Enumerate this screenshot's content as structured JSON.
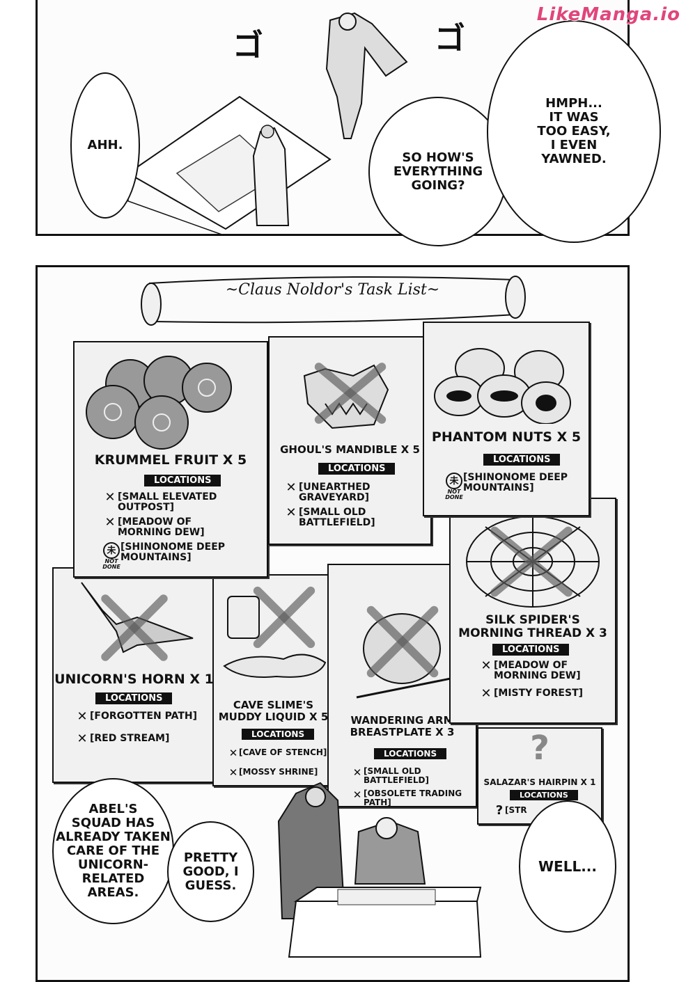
{
  "watermark": "LikeManga.io",
  "panel1": {
    "sfx": [
      "ゴ",
      "ゴ"
    ],
    "bubbles": [
      {
        "text": "AHH."
      },
      {
        "text": "SO HOW'S\nEVERYTHING\nGOING?"
      },
      {
        "text": "HMPH...\nIT WAS\nTOO EASY,\nI EVEN\nYAWNED."
      }
    ]
  },
  "panel2": {
    "scroll_title": "~Claus Noldor's Task List~",
    "locations_label": "LOCATIONS",
    "not_done_label": "NOT\nDONE",
    "not_done_kanji": "未",
    "posters": [
      {
        "title": "KRUMMEL FRUIT X 5",
        "done": false,
        "locations": [
          {
            "status": "done",
            "text": "[SMALL ELEVATED\nOUTPOST]"
          },
          {
            "status": "done",
            "text": "[MEADOW OF\nMORNING DEW]"
          },
          {
            "status": "not-done",
            "text": "[SHINONOME DEEP\nMOUNTAINS]"
          }
        ]
      },
      {
        "title": "GHOUL'S MANDIBLE X 5",
        "done": true,
        "locations": [
          {
            "status": "done",
            "text": "[UNEARTHED\nGRAVEYARD]"
          },
          {
            "status": "done",
            "text": "[SMALL OLD\nBATTLEFIELD]"
          }
        ]
      },
      {
        "title": "PHANTOM NUTS X 5",
        "done": false,
        "locations": [
          {
            "status": "not-done",
            "text": "[SHINONOME DEEP\nMOUNTAINS]"
          }
        ]
      },
      {
        "title": "SILK SPIDER'S\nMORNING THREAD X 3",
        "done": true,
        "locations": [
          {
            "status": "done",
            "text": "[MEADOW OF\nMORNING DEW]"
          },
          {
            "status": "done",
            "text": "[MISTY FOREST]"
          }
        ]
      },
      {
        "title": "UNICORN'S HORN X 1",
        "done": true,
        "locations": [
          {
            "status": "done",
            "text": "[FORGOTTEN PATH]"
          },
          {
            "status": "done",
            "text": "[RED STREAM]"
          }
        ]
      },
      {
        "title": "CAVE SLIME'S\nMUDDY LIQUID X 5",
        "done": true,
        "locations": [
          {
            "status": "done",
            "text": "[CAVE OF STENCH]"
          },
          {
            "status": "done",
            "text": "[MOSSY SHRINE]"
          }
        ]
      },
      {
        "title": "WANDERING ARM\nBREASTPLATE X 3",
        "done": true,
        "locations": [
          {
            "status": "done",
            "text": "[SMALL OLD\nBATTLEFIELD]"
          },
          {
            "status": "done",
            "text": "[OBSOLETE TRADING\nPATH]"
          }
        ]
      },
      {
        "title": "SALAZAR'S HAIRPIN X 1",
        "done": false,
        "locations": [
          {
            "status": "unknown",
            "text": "[STR"
          }
        ]
      }
    ],
    "bubbles": [
      {
        "text": "ABEL'S\nSQUAD HAS\nALREADY TAKEN\nCARE OF THE\nUNICORN-\nRELATED\nAREAS."
      },
      {
        "text": "PRETTY\nGOOD, I\nGUESS."
      },
      {
        "text": "WELL..."
      }
    ]
  },
  "icons": {
    "done": "✕",
    "unknown": "?",
    "mystery_art": "?"
  }
}
